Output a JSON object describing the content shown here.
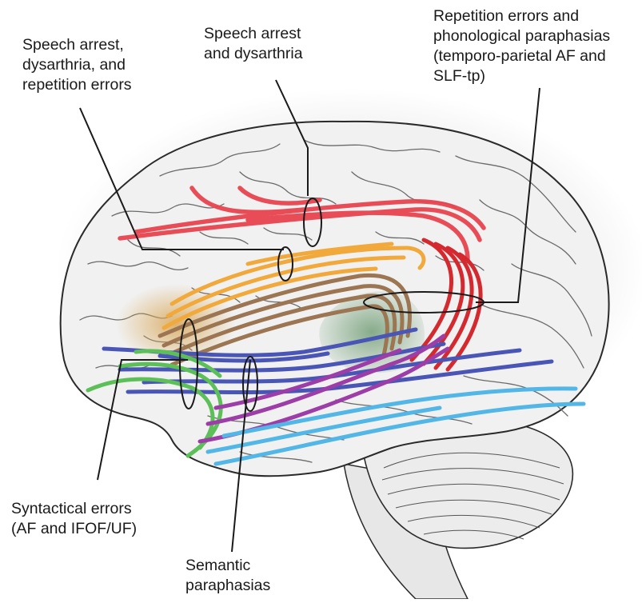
{
  "labels": {
    "speech_arrest_dysarthria_repetition": [
      "Speech arrest,",
      "dysarthria, and",
      "repetition errors"
    ],
    "speech_arrest_dysarthria": [
      "Speech arrest",
      "and dysarthria"
    ],
    "repetition_phonological": [
      "Repetition errors and",
      "phonological paraphasias",
      "(temporo-parietal AF and",
      "SLF-tp)"
    ],
    "syntactical_errors": [
      "Syntactical errors",
      "(AF and IFOF/UF)"
    ],
    "semantic_paraphasias": [
      "Semantic",
      "paraphasias"
    ]
  },
  "colors": {
    "slf_red": "#e8454f",
    "af_dark_red": "#d42a2f",
    "slf_orange": "#f2a93b",
    "af_brown": "#9c7552",
    "ifof_blue": "#4a56b5",
    "uf_green": "#5cbf58",
    "ilf_purple": "#9c3da8",
    "mdlf_light_blue": "#52b6e6",
    "broca_tan": "#d8a85a",
    "wernicke_green": "#6c9a70",
    "brain_fill": "#f1f1f1",
    "outline": "#2a2a2a"
  }
}
